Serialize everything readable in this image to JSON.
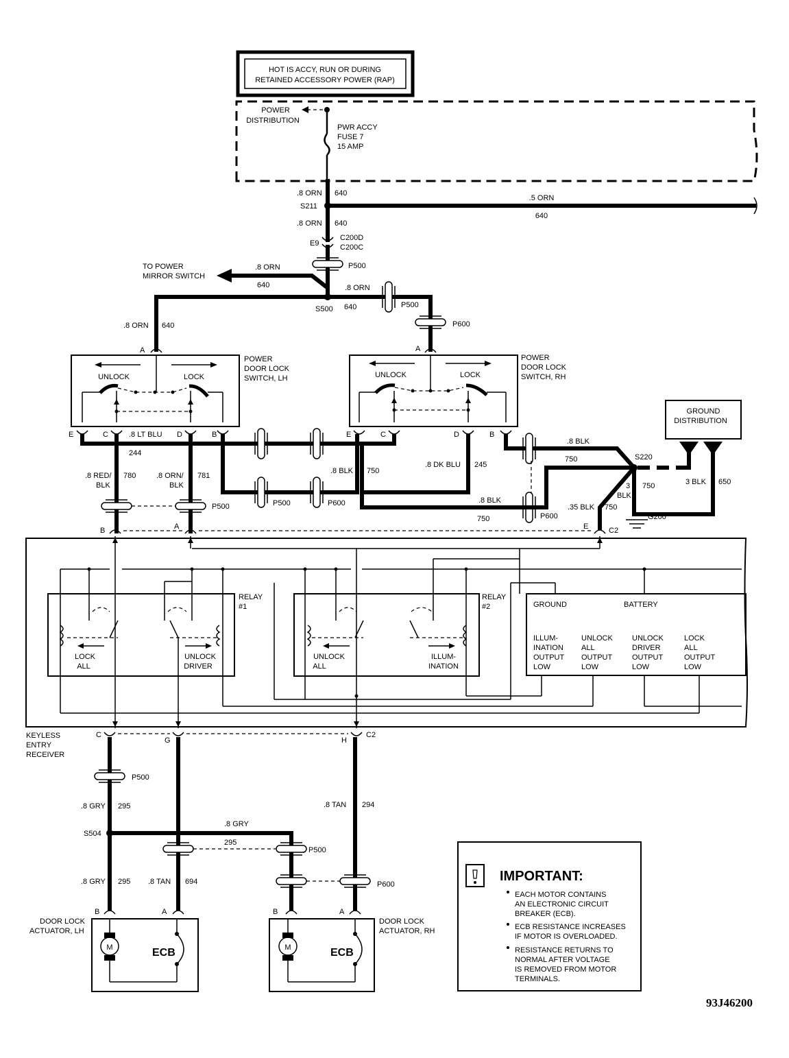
{
  "hot_box": {
    "line1": "HOT IS ACCY, RUN OR DURING",
    "line2": "RETAINED ACCESSORY POWER (RAP)"
  },
  "power_distribution": {
    "line1": "POWER",
    "line2": "DISTRIBUTION"
  },
  "fuse": {
    "line1": "PWR ACCY",
    "line2": "FUSE 7",
    "line3": "15 AMP"
  },
  "labels": {
    "orn8": ".8 ORN",
    "orn5": ".5 ORN",
    "c640": "640",
    "s211": "S211",
    "s500": "S500",
    "s504": "S504",
    "s220": "S220",
    "e9": "E9",
    "c200d": "C200D",
    "c200c": "C200C",
    "p500": "P500",
    "p600": "P600",
    "g200": "G200",
    "c2": "C2",
    "to_mirror1": "TO POWER",
    "to_mirror2": "MIRROR SWITCH",
    "lt_blu": ".8 LT BLU",
    "c244": "244",
    "red1": ".8 RED/",
    "red2": "BLK",
    "c780": "780",
    "orn_blk1": ".8 ORN/",
    "orn_blk2": "BLK",
    "c781": "781",
    "blk8": ".8 BLK",
    "c750": "750",
    "dk_blu": ".8 DK BLU",
    "c245": "245",
    "blk35": ".35 BLK",
    "blk3": "3 BLK",
    "blk3a": "3",
    "blk3b": "BLK",
    "c650": "650",
    "gry8": ".8 GRY",
    "c295": "295",
    "tan8": ".8 TAN",
    "c294": "294",
    "c694": "694",
    "pin_a": "A",
    "pin_b": "B",
    "pin_c": "C",
    "pin_d": "D",
    "pin_e": "E",
    "pin_g": "G",
    "pin_h": "H",
    "unlock": "UNLOCK",
    "lock": "LOCK"
  },
  "switch_lh": {
    "line1": "POWER",
    "line2": "DOOR LOCK",
    "line3": "SWITCH, LH"
  },
  "switch_rh": {
    "line1": "POWER",
    "line2": "DOOR LOCK",
    "line3": "SWITCH, RH"
  },
  "ground_dist": {
    "line1": "GROUND",
    "line2": "DISTRIBUTION"
  },
  "relay1": {
    "name1": "RELAY",
    "name2": "#1",
    "lock1": "LOCK",
    "lock2": "ALL",
    "unl1": "UNLOCK",
    "unl2": "DRIVER"
  },
  "relay2": {
    "name1": "RELAY",
    "name2": "#2",
    "unl1": "UNLOCK",
    "unl2": "ALL",
    "ill1": "ILLUM-",
    "ill2": "INATION"
  },
  "logic": {
    "ground": "GROUND",
    "battery": "BATTERY",
    "o1": [
      "ILLUM-",
      "INATION",
      "OUTPUT",
      "LOW"
    ],
    "o2": [
      "UNLOCK",
      "ALL",
      "OUTPUT",
      "LOW"
    ],
    "o3": [
      "UNLOCK",
      "DRIVER",
      "OUTPUT",
      "LOW"
    ],
    "o4": [
      "LOCK",
      "ALL",
      "OUTPUT",
      "LOW"
    ]
  },
  "receiver": {
    "line1": "KEYLESS",
    "line2": "ENTRY",
    "line3": "RECEIVER"
  },
  "act_lh": {
    "line1": "DOOR LOCK",
    "line2": "ACTUATOR, LH"
  },
  "act_rh": {
    "line1": "DOOR LOCK",
    "line2": "ACTUATOR, RH"
  },
  "motor": "M",
  "ecb": "ECB",
  "important": {
    "title": "IMPORTANT:",
    "b1": [
      "EACH MOTOR CONTAINS",
      "AN ELECTRONIC CIRCUIT",
      "BREAKER (ECB)."
    ],
    "b2": [
      "ECB RESISTANCE INCREASES",
      "IF MOTOR IS OVERLOADED."
    ],
    "b3": [
      "RESISTANCE RETURNS TO",
      "NORMAL AFTER VOLTAGE",
      "IS REMOVED FROM MOTOR",
      "TERMINALS."
    ]
  },
  "figure_id": "93J46200"
}
